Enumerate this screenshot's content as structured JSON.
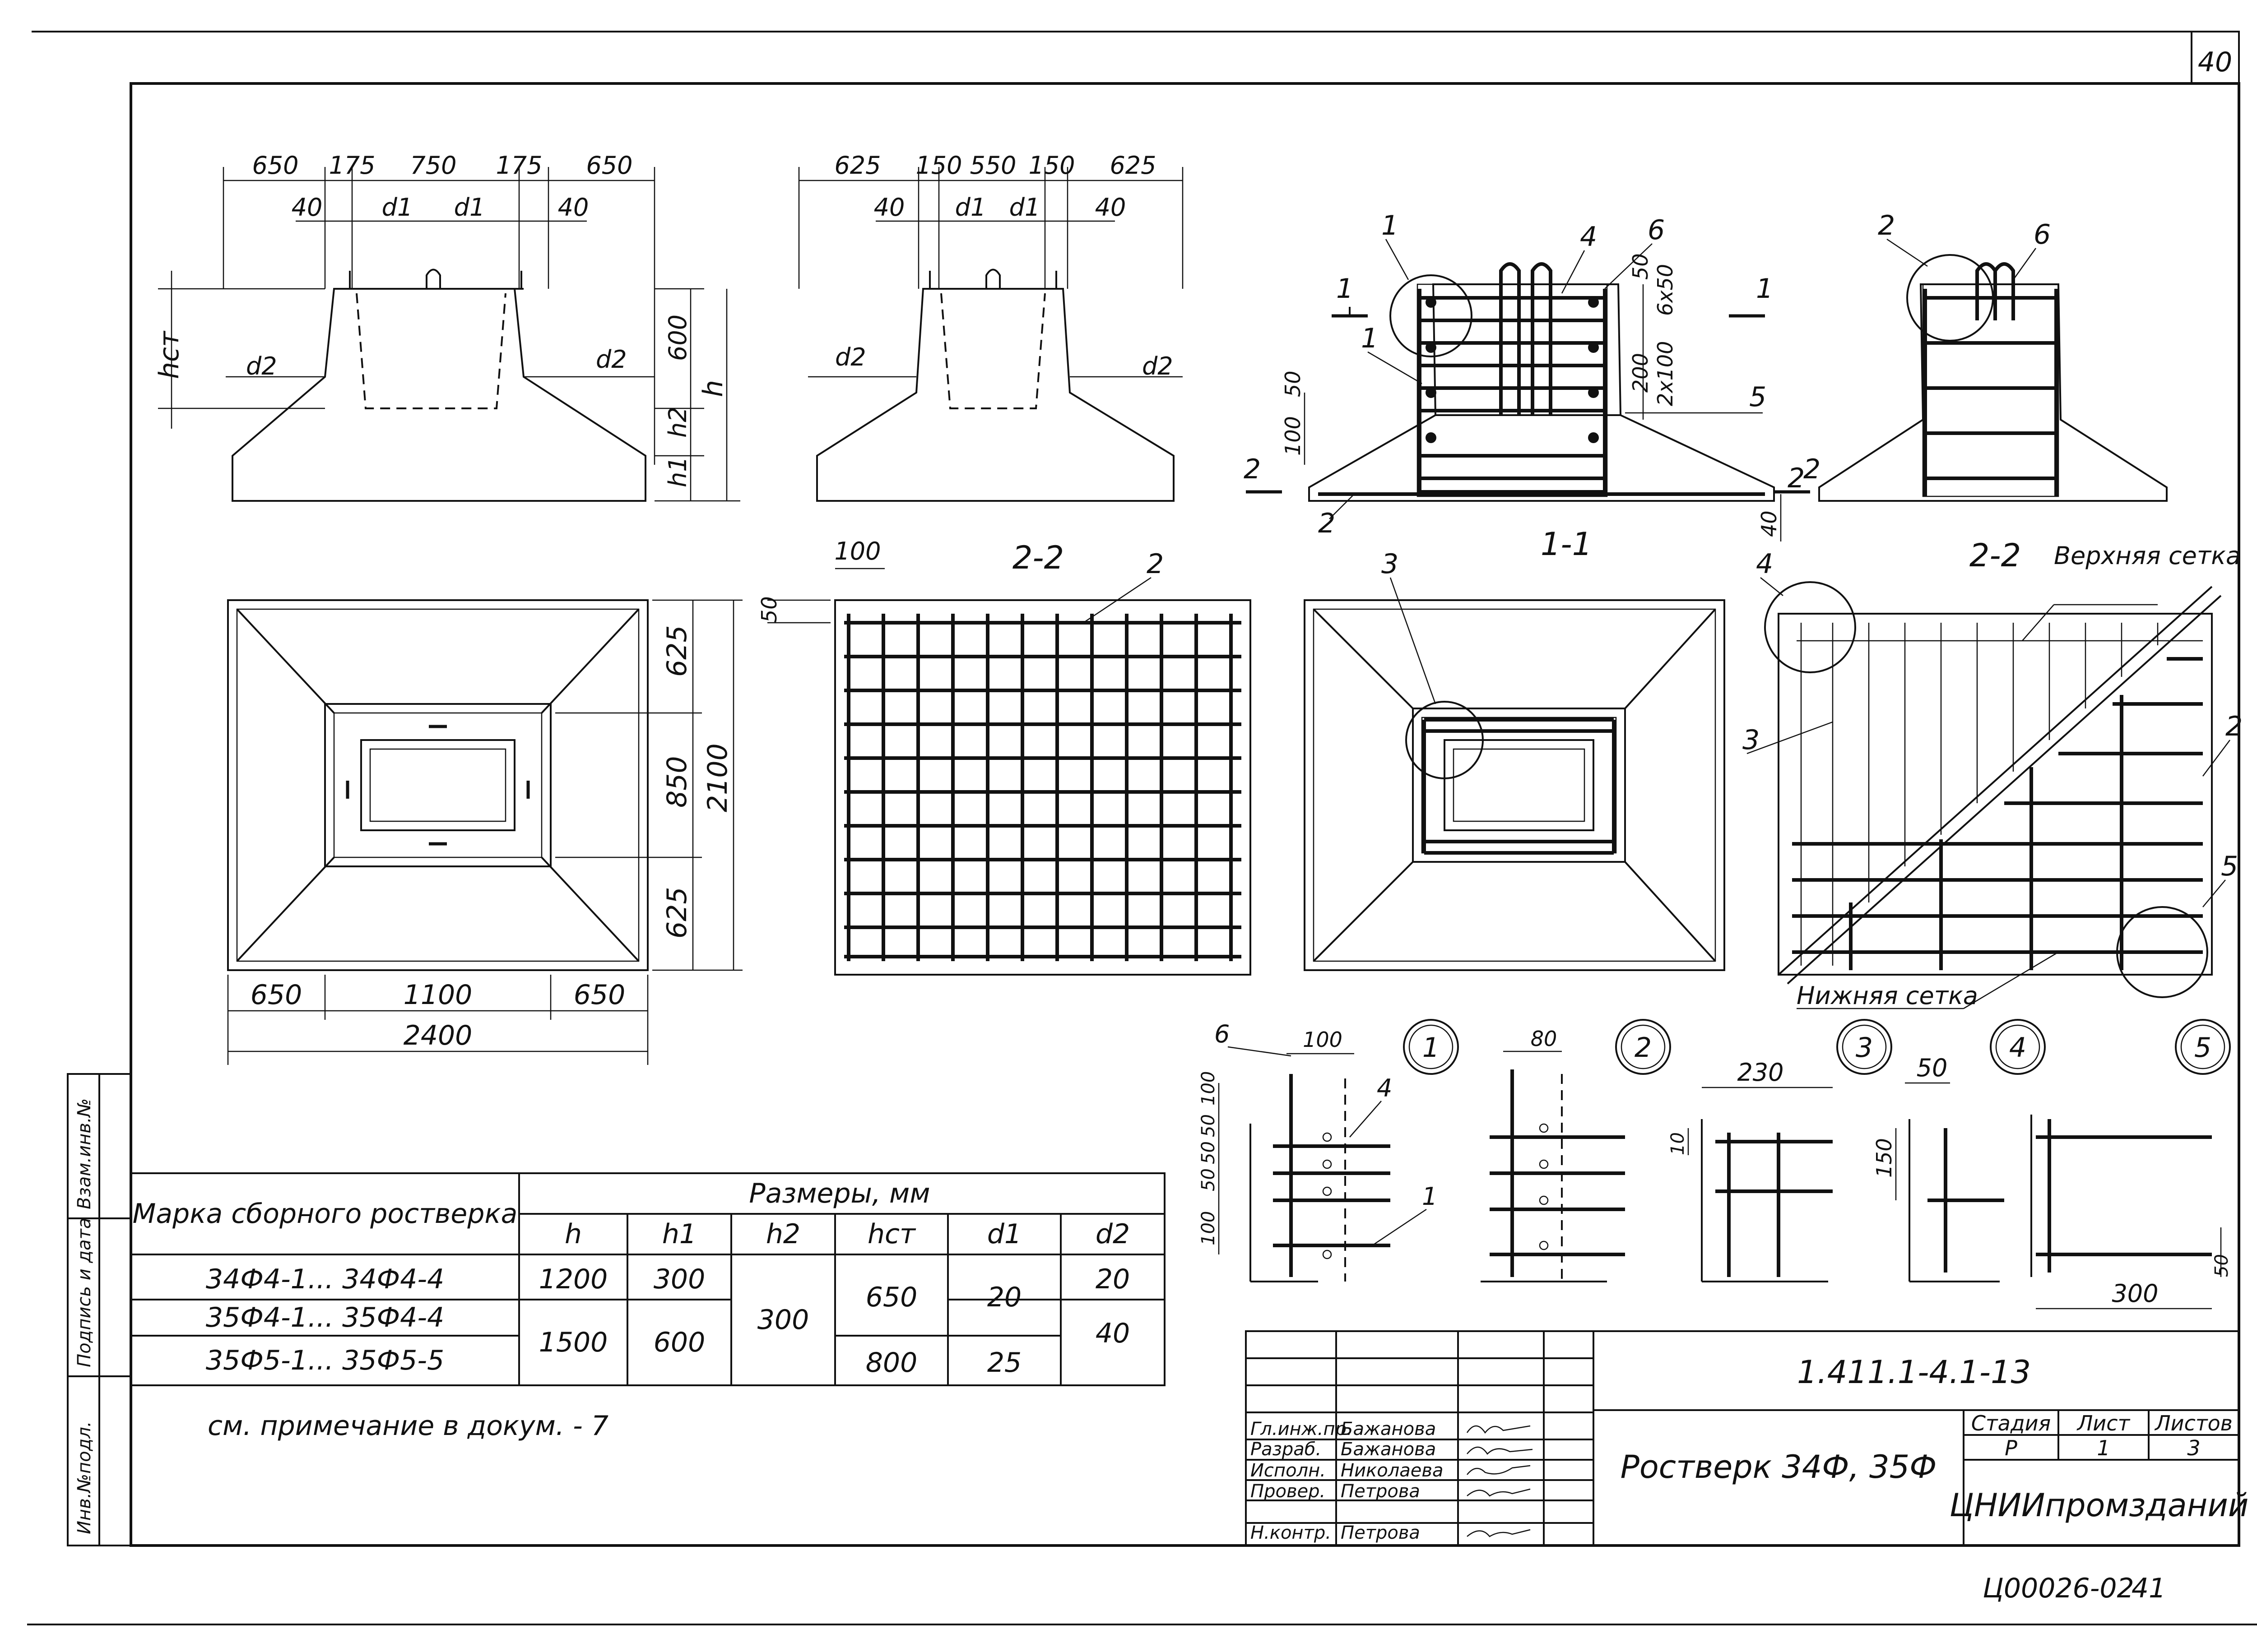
{
  "sheet": {
    "page_number": "40",
    "archive_code": "Ц00026-02",
    "archive_page": "41",
    "note": "см. примечание в докум. - 7"
  },
  "side_stamp": [
    "Инв.№подл.",
    "Подпись и дата",
    "Взам.инв.№"
  ],
  "elevation1": {
    "dims_top": [
      "650",
      "175",
      "750",
      "175",
      "650"
    ],
    "dims_sub": [
      "40",
      "d1",
      "d1",
      "40"
    ],
    "labels": {
      "hct": "hст",
      "d2_left": "d2",
      "d2_right": "d2",
      "h": "h",
      "h2": "h2",
      "h1": "h1",
      "v600": "600"
    }
  },
  "elevation2": {
    "dims_top": [
      "625",
      "150",
      "550",
      "150",
      "625"
    ],
    "dims_sub": [
      "40",
      "d1",
      "d1",
      "40"
    ],
    "labels": {
      "d2_left": "d2",
      "d2_right": "d2"
    }
  },
  "section11": {
    "title": "1-1",
    "callouts": [
      "1",
      "1",
      "4",
      "6",
      "5",
      "2",
      "1",
      "1",
      "2",
      "2"
    ],
    "dims": [
      "50",
      "6х50",
      "200",
      "2х100",
      "100",
      "50",
      "40"
    ]
  },
  "section22_small": {
    "callouts": [
      "2",
      "6",
      "2"
    ]
  },
  "plan": {
    "dims_bottom": [
      "650",
      "1100",
      "650"
    ],
    "overall_bottom": "2400",
    "dims_right": [
      "625",
      "850",
      "625"
    ],
    "overall_right": "2100"
  },
  "mesh_view": {
    "title": "2-2",
    "callout": "2",
    "dims": [
      "100",
      "50"
    ]
  },
  "reinf_plan": {
    "callout": "3"
  },
  "mesh_detail": {
    "title": "2-2",
    "upper": "Верхняя сетка",
    "lower": "Нижняя сетка",
    "callouts": [
      "4",
      "3",
      "2",
      "5"
    ]
  },
  "nodes": {
    "labels": [
      "1",
      "2",
      "3",
      "4",
      "5"
    ],
    "node1_dims": [
      "100",
      "100",
      "50",
      "50",
      "50",
      "100"
    ],
    "node1_callouts": [
      "6",
      "4",
      "1"
    ],
    "node2_dims": [
      "80"
    ],
    "node3_dims": [
      "230",
      "10"
    ],
    "node4_dims": [
      "50",
      "150"
    ],
    "node5_dims": [
      "300",
      "50"
    ]
  },
  "spec_table": {
    "header_mark": "Марка сборного ростверка",
    "header_sizes": "Размеры, мм",
    "columns": [
      "h",
      "h1",
      "h2",
      "hст",
      "d1",
      "d2"
    ],
    "rows": [
      {
        "mark": "34Ф4-1... 34Ф4-4",
        "h": "1200",
        "h1": "300",
        "h2": "300",
        "hct": "650",
        "d1": "20",
        "d2": "20"
      },
      {
        "mark": "35Ф4-1... 35Ф4-4",
        "h": "1500",
        "h1": "600",
        "h2": "",
        "hct": "",
        "d1": "",
        "d2": "40"
      },
      {
        "mark": "35Ф5-1... 35Ф5-5",
        "h": "",
        "h1": "",
        "h2": "",
        "hct": "800",
        "d1": "25",
        "d2": ""
      }
    ]
  },
  "title_block": {
    "doc_number": "1.411.1-4.1-13",
    "title": "Ростверк 34Ф, 35Ф",
    "stage_label": "Стадия",
    "sheet_label": "Лист",
    "sheets_label": "Листов",
    "stage": "Р",
    "sheet": "1",
    "sheets": "3",
    "org": "ЦНИИпромзданий",
    "roles": [
      {
        "role": "Гл.инж.пр.",
        "name": "Бажанова"
      },
      {
        "role": "Разраб.",
        "name": "Бажанова"
      },
      {
        "role": "Исполн.",
        "name": "Николаева"
      },
      {
        "role": "Провер.",
        "name": "Петрова"
      },
      {
        "role": "Н.контр.",
        "name": "Петрова"
      }
    ]
  }
}
